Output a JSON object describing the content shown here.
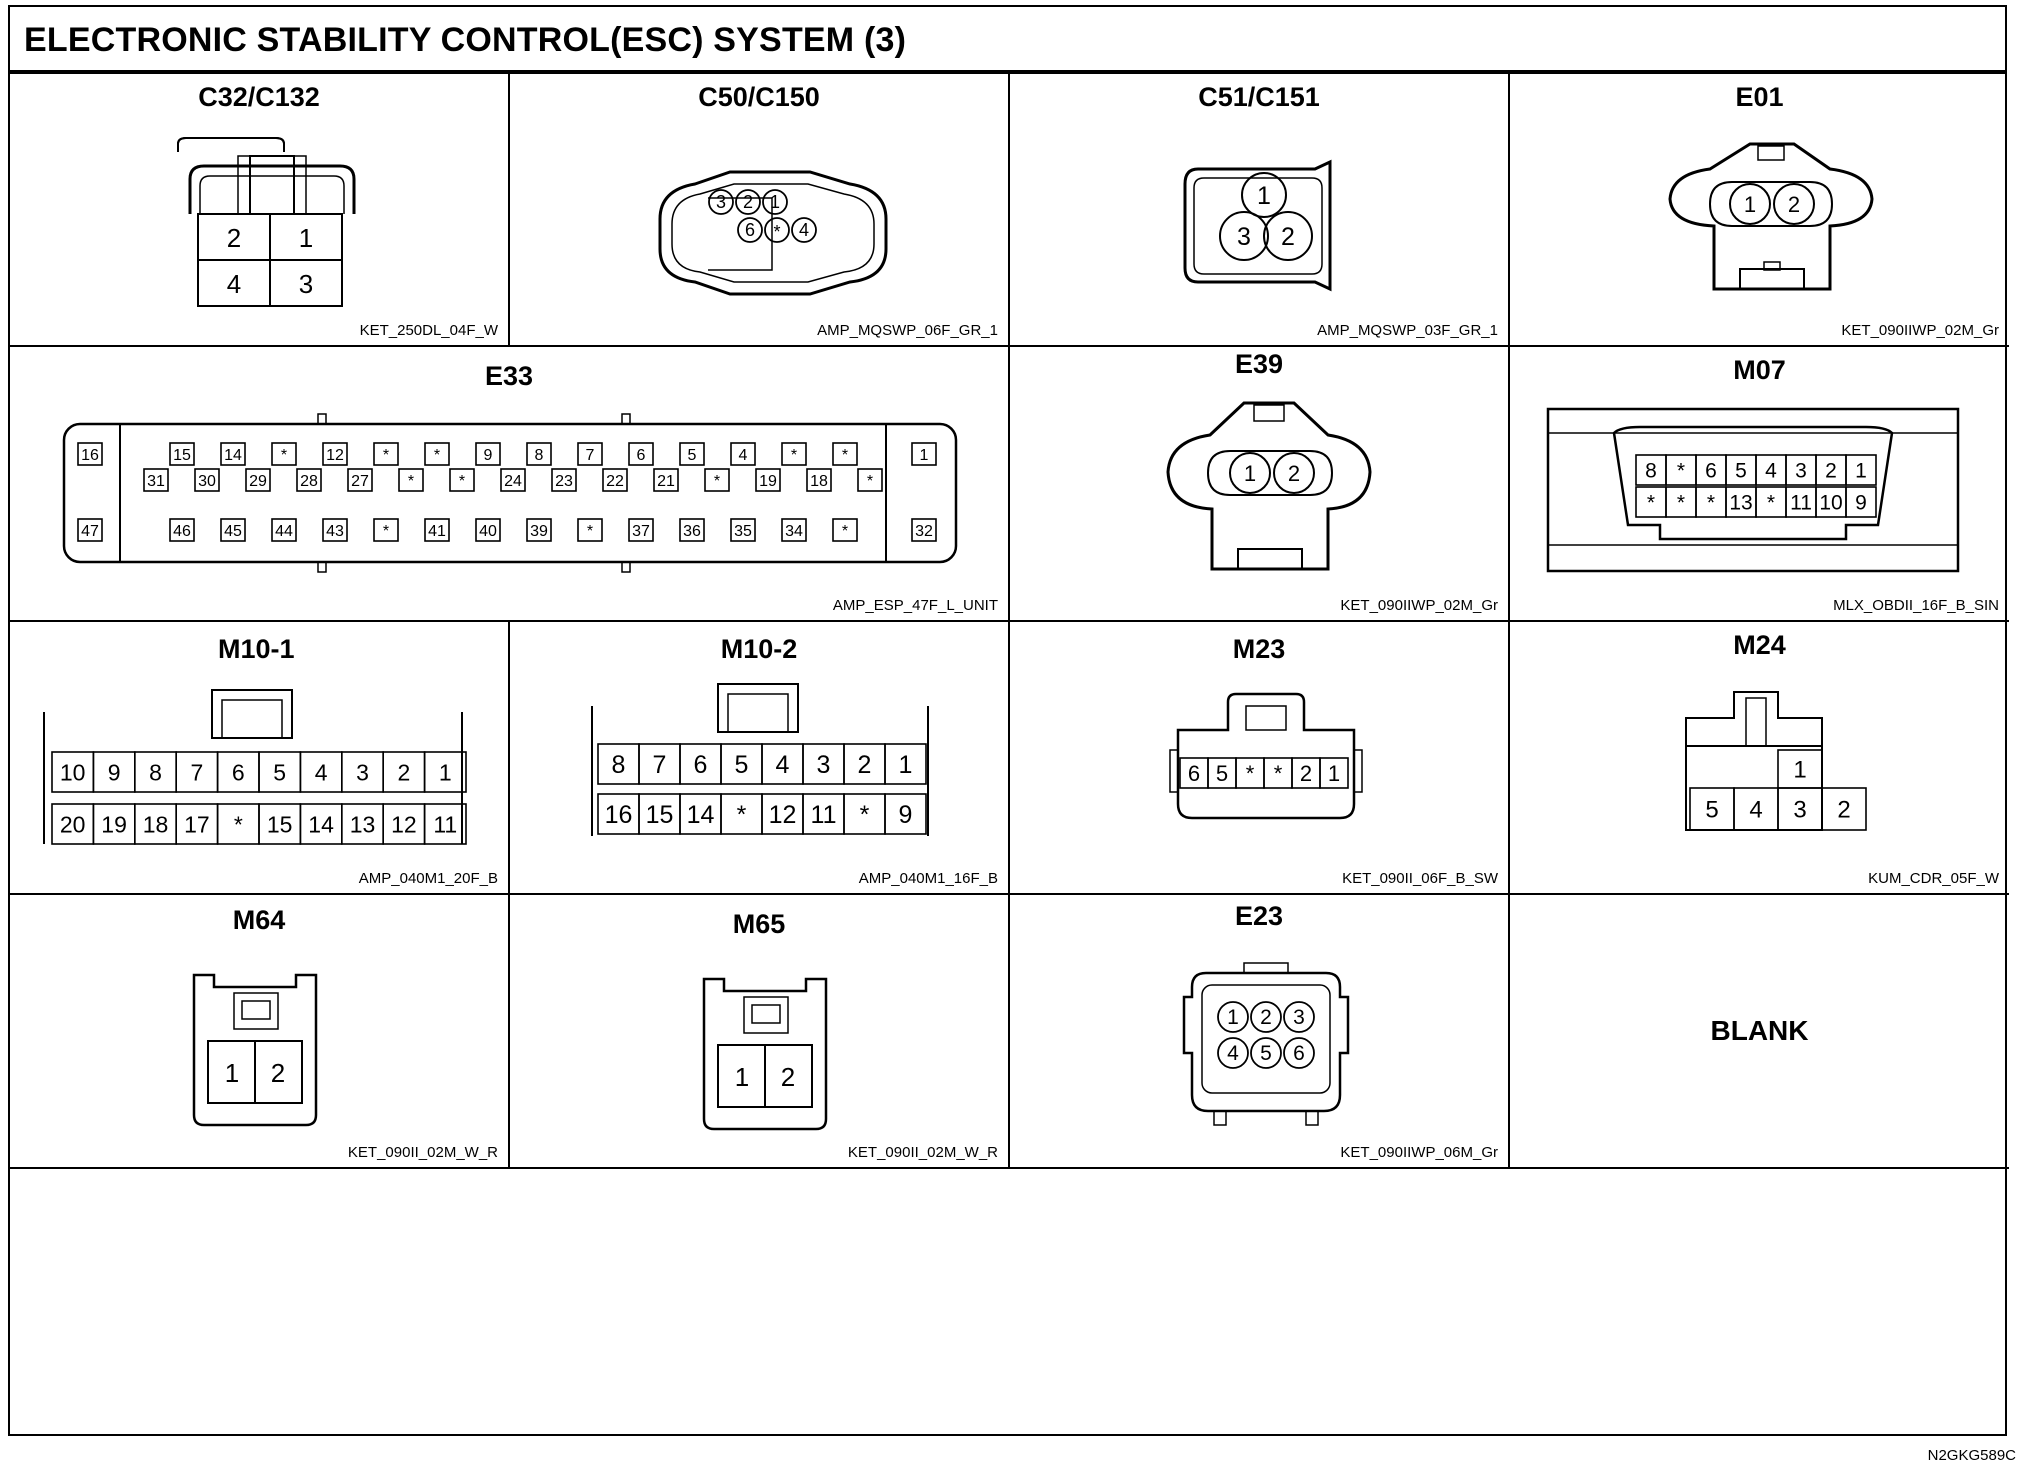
{
  "title": "ELECTRONIC STABILITY CONTROL(ESC) SYSTEM (3)",
  "diagram_id": "N2GKG589C",
  "connectors": {
    "c32": {
      "name": "C32/C132",
      "code": "KET_250DL_04F_W",
      "pins": [
        "2",
        "1",
        "4",
        "3"
      ]
    },
    "c50": {
      "name": "C50/C150",
      "code": "AMP_MQSWP_06F_GR_1",
      "pins": [
        "3",
        "2",
        "1",
        "6",
        "*",
        "4"
      ]
    },
    "c51": {
      "name": "C51/C151",
      "code": "AMP_MQSWP_03F_GR_1",
      "pins": [
        "1",
        "3",
        "2"
      ]
    },
    "e01": {
      "name": "E01",
      "code": "KET_090IIWP_02M_Gr",
      "pins": [
        "1",
        "2"
      ]
    },
    "e33": {
      "name": "E33",
      "code": "AMP_ESP_47F_L_UNIT",
      "left": [
        "16",
        "47"
      ],
      "right": [
        "1",
        "32"
      ],
      "row1": [
        "15",
        "14",
        "*",
        "12",
        "*",
        "*",
        "9",
        "8",
        "7",
        "6",
        "5",
        "4",
        "*",
        "*"
      ],
      "row2": [
        "31",
        "30",
        "29",
        "28",
        "27",
        "*",
        "*",
        "24",
        "23",
        "22",
        "21",
        "*",
        "19",
        "18",
        "*"
      ],
      "row3": [
        "46",
        "45",
        "44",
        "43",
        "*",
        "41",
        "40",
        "39",
        "*",
        "37",
        "36",
        "35",
        "34",
        "*"
      ]
    },
    "e39": {
      "name": "E39",
      "code": "KET_090IIWP_02M_Gr",
      "pins": [
        "1",
        "2"
      ]
    },
    "m07": {
      "name": "M07",
      "code": "MLX_OBDII_16F_B_SIN",
      "row1": [
        "8",
        "*",
        "6",
        "5",
        "4",
        "3",
        "2",
        "1"
      ],
      "row2": [
        "*",
        "*",
        "*",
        "13",
        "*",
        "11",
        "10",
        "9"
      ]
    },
    "m101": {
      "name": "M10-1",
      "code": "AMP_040M1_20F_B",
      "row1": [
        "10",
        "9",
        "8",
        "7",
        "6",
        "5",
        "4",
        "3",
        "2",
        "1"
      ],
      "row2": [
        "20",
        "19",
        "18",
        "17",
        "*",
        "15",
        "14",
        "13",
        "12",
        "11"
      ]
    },
    "m102": {
      "name": "M10-2",
      "code": "AMP_040M1_16F_B",
      "row1": [
        "8",
        "7",
        "6",
        "5",
        "4",
        "3",
        "2",
        "1"
      ],
      "row2": [
        "16",
        "15",
        "14",
        "*",
        "12",
        "11",
        "*",
        "9"
      ]
    },
    "m23": {
      "name": "M23",
      "code": "KET_090II_06F_B_SW",
      "pins": [
        "6",
        "5",
        "*",
        "*",
        "2",
        "1"
      ]
    },
    "m24": {
      "name": "M24",
      "code": "KUM_CDR_05F_W",
      "pins": [
        "1",
        "5",
        "4",
        "3",
        "2"
      ]
    },
    "m64": {
      "name": "M64",
      "code": "KET_090II_02M_W_R",
      "pins": [
        "1",
        "2"
      ]
    },
    "m65": {
      "name": "M65",
      "code": "KET_090II_02M_W_R",
      "pins": [
        "1",
        "2"
      ]
    },
    "e23": {
      "name": "E23",
      "code": "KET_090IIWP_06M_Gr",
      "pins": [
        "1",
        "2",
        "3",
        "4",
        "5",
        "6"
      ]
    },
    "blank": {
      "label": "BLANK"
    }
  }
}
